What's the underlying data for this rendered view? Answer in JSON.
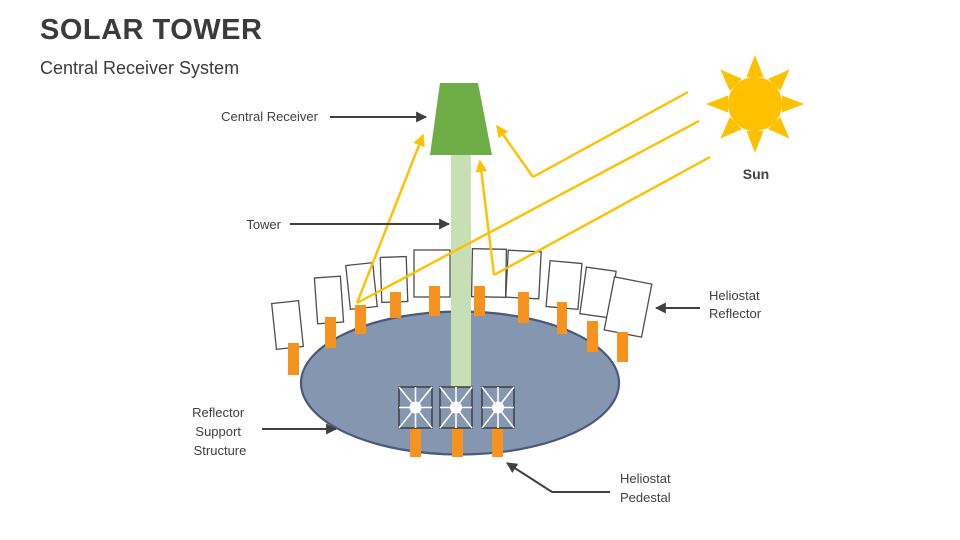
{
  "slide": {
    "title": "SOLAR TOWER",
    "subtitle": "Central Receiver System"
  },
  "labels": {
    "central_receiver": "Central Receiver",
    "tower": "Tower",
    "heliostat_reflector_line1": "Heliostat",
    "heliostat_reflector_line2": "Reflector",
    "sun": "Sun",
    "reflector_support_line1": "Reflector",
    "reflector_support_line2": "Support",
    "reflector_support_line3": "Structure",
    "heliostat_pedestal_line1": "Heliostat",
    "heliostat_pedestal_line2": "Pedestal"
  },
  "colors": {
    "receiver_green": "#6fad47",
    "tower_green": "#c6e0b4",
    "platform_fill": "#8496b0",
    "platform_stroke": "#4a5a7d",
    "pedestal_orange": "#f6921e",
    "sun_yellow": "#ffc000",
    "ray_yellow": "#ffc000",
    "label_text": "#404040",
    "title_text": "#3b3b3b"
  }
}
